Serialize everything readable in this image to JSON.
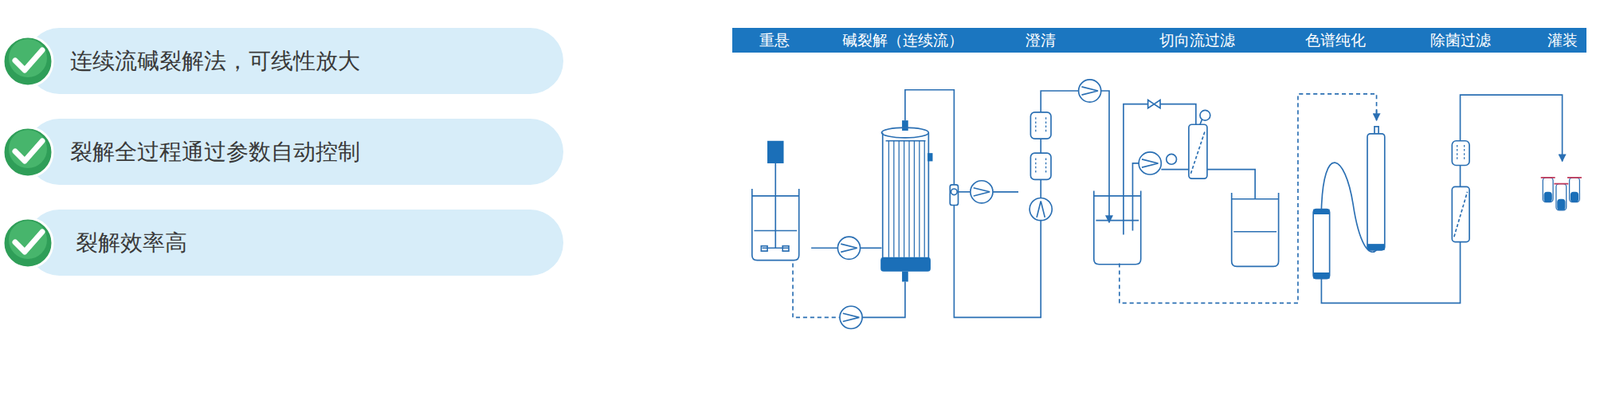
{
  "diagram": {
    "nodes": [
      {
        "text": [
          "连续流碱裂解法，可线性放大"
        ]
      },
      {
        "text": [
          "裂解全过程通过参数自动控制"
        ]
      },
      {
        "text": [
          "裂解效率高"
        ]
      },
      {
        "text": [
          "重悬",
          "碱裂解（连续流）",
          "澄清",
          "切向流过滤",
          "色谱纯化",
          "除菌过滤",
          "灌装"
        ]
      }
    ]
  }
}
